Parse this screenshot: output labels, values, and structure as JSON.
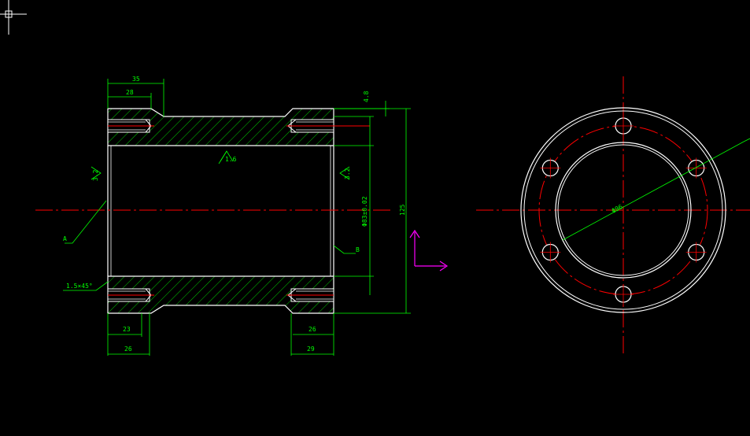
{
  "colors": {
    "background": "#000000",
    "outline": "#ffffff",
    "dimension": "#00ff00",
    "centerline": "#ff0000",
    "ucs": "#ff00ff"
  },
  "front_view": {
    "dims": {
      "top_outer_width": "35",
      "top_inner_width": "28",
      "bottom_inner_left": "23",
      "bottom_outer_left": "26",
      "bottom_inner_right": "26",
      "bottom_outer_right": "29",
      "step_height": "4.8",
      "bore": "Φ83±0.02",
      "outer": "125",
      "roughness_bore": "1.6",
      "roughness_left": "3.2",
      "roughness_right": "3.2",
      "chamfer": "1.5×45°",
      "datum_a": "A",
      "datum_b": "B"
    }
  },
  "side_view": {
    "pitch_circle_label": "Φ96",
    "hole_count": 6
  },
  "ucs_icon": "ucs-icon",
  "cursor_icon": "crosshair-cursor-icon"
}
